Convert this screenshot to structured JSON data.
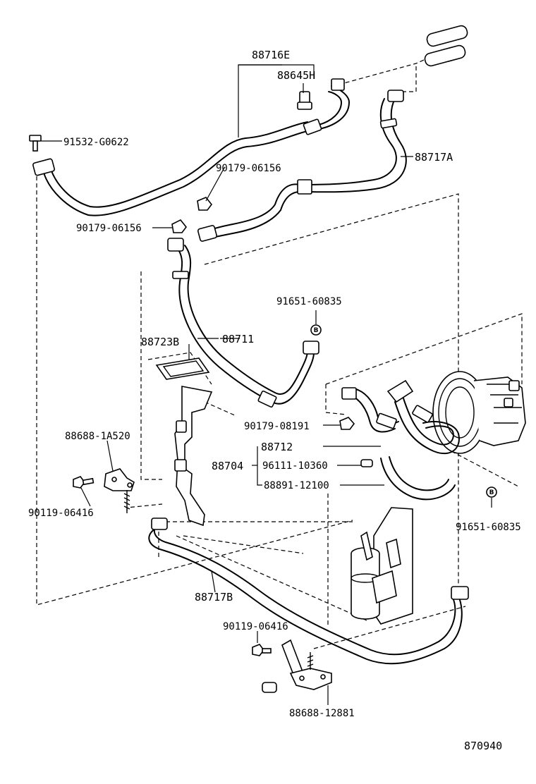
{
  "diagram": {
    "labels": {
      "p88716E": "88716E",
      "p88645H": "88645H",
      "p91532": "91532-G0622",
      "p88717A": "88717A",
      "p90179a": "90179-06156",
      "p90179b": "90179-06156",
      "p91651a": "91651-60835",
      "p88723B": "88723B",
      "p88711": "88711",
      "p90179c": "90179-08191",
      "p88688a": "88688-1A520",
      "p88712": "88712",
      "p88704": "88704",
      "p96111": "96111-10360",
      "p88891": "88891-12100",
      "p90119a": "90119-06416",
      "p91651b": "91651-60835",
      "p88717B": "88717B",
      "p90119b": "90119-06416",
      "p88688b": "88688-12881",
      "figure_no": "870940"
    },
    "markers": {
      "b1": "B",
      "b2": "B"
    }
  }
}
